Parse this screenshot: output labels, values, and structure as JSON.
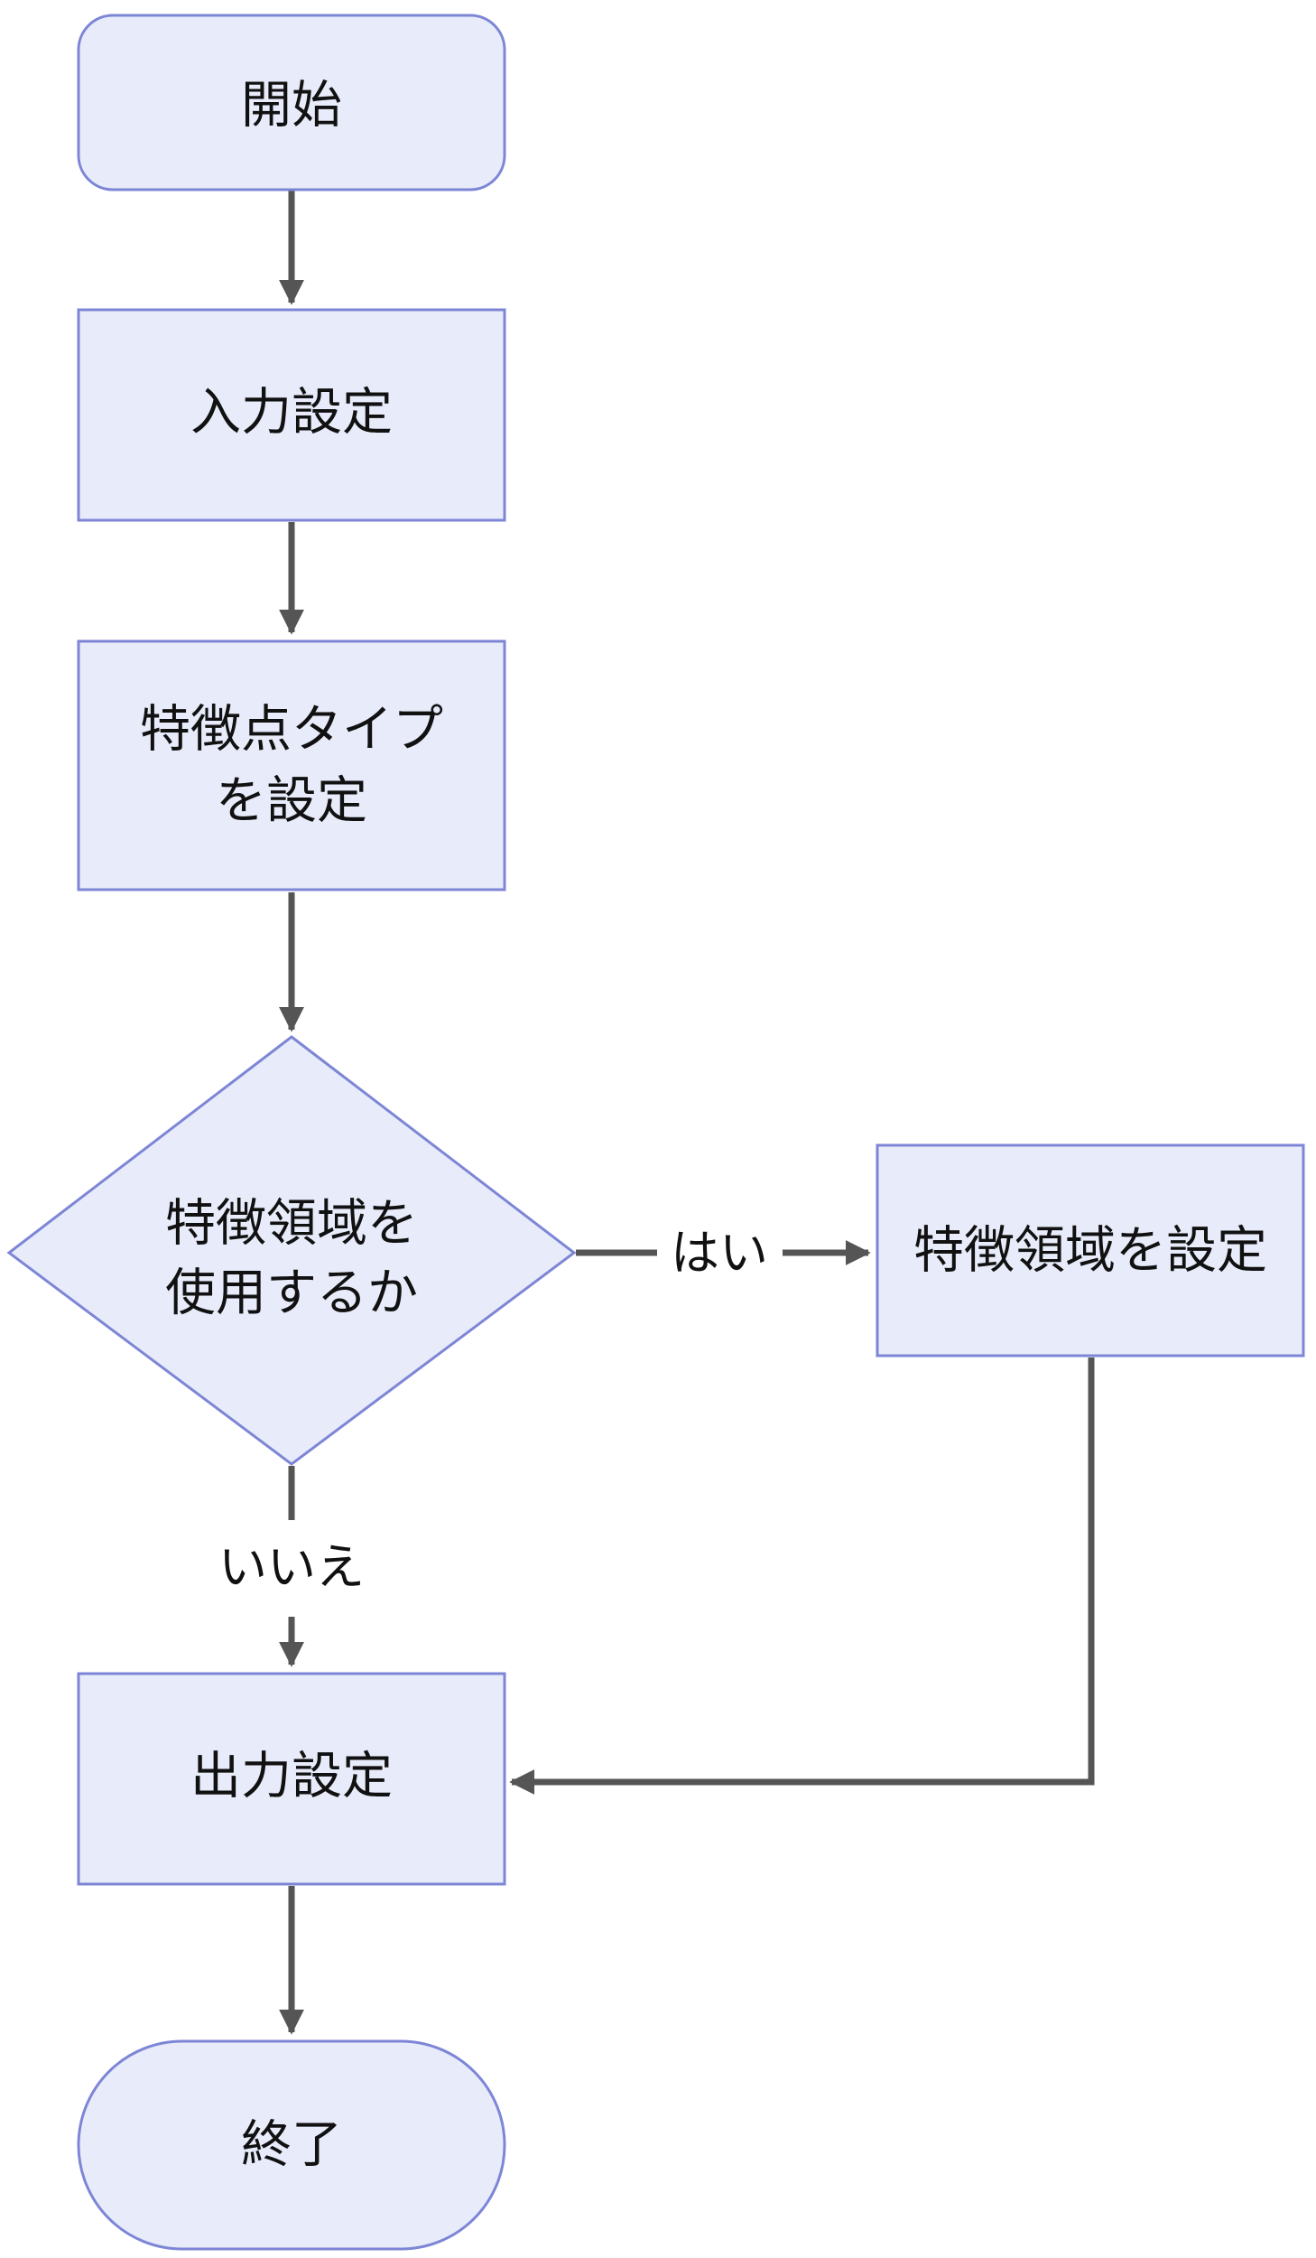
{
  "nodes": {
    "start": {
      "label": "開始"
    },
    "input_settings": {
      "label": "入力設定"
    },
    "feature_type": {
      "line1": "特徴点タイプ",
      "line2": "を設定"
    },
    "decision": {
      "line1": "特徴領域を",
      "line2": "使用するか"
    },
    "feature_region": {
      "label": "特徴領域を設定"
    },
    "output_settings": {
      "label": "出力設定"
    },
    "end": {
      "label": "終了"
    }
  },
  "edges": {
    "yes_label": "はい",
    "no_label": "いいえ"
  },
  "colors": {
    "node_fill": "#e8ecfa",
    "node_stroke": "#7d86d6",
    "edge": "#555555"
  }
}
